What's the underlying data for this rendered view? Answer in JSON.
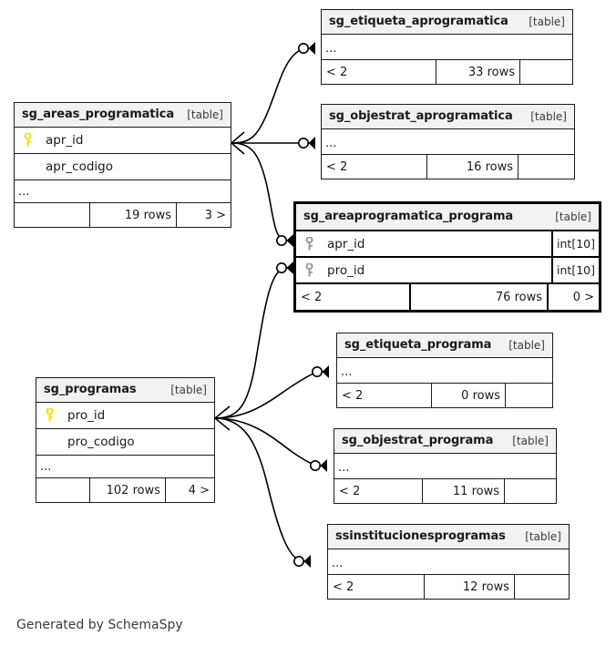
{
  "caption": "Generated by SchemaSpy",
  "labels": {
    "table_tag": "[table]",
    "ellipsis": "...",
    "parent_prefix": "< 2",
    "rows_suffix": "rows"
  },
  "colors": {
    "pk_key_parent": "#e8e800",
    "pk_key_focus": "#9a9a9a",
    "header_bg": "#f2f2f2",
    "border": "#1a1a1a",
    "focus_border": "#000000",
    "page_bg": "#ffffff"
  },
  "tables": [
    {
      "id": "sg_areas_programatica",
      "name": "sg_areas_programatica",
      "type": "[table]",
      "focus": false,
      "columns": [
        {
          "name": "apr_id",
          "pk": true,
          "type": ""
        },
        {
          "name": "apr_codigo",
          "pk": false,
          "type": ""
        }
      ],
      "ellipsis": "...",
      "footer": {
        "parents": "",
        "rows": "19 rows",
        "children": "3 >"
      }
    },
    {
      "id": "sg_etiqueta_aprogramatica",
      "name": "sg_etiqueta_aprogramatica",
      "type": "[table]",
      "focus": false,
      "columns": [],
      "ellipsis": "...",
      "footer": {
        "parents": "< 2",
        "rows": "33 rows",
        "children": ""
      }
    },
    {
      "id": "sg_objestrat_aprogramatica",
      "name": "sg_objestrat_aprogramatica",
      "type": "[table]",
      "focus": false,
      "columns": [],
      "ellipsis": "...",
      "footer": {
        "parents": "< 2",
        "rows": "16 rows",
        "children": ""
      }
    },
    {
      "id": "sg_areaprogramatica_programa",
      "name": "sg_areaprogramatica_programa",
      "type": "[table]",
      "focus": true,
      "columns": [
        {
          "name": "apr_id",
          "pk": true,
          "type": "int[10]"
        },
        {
          "name": "pro_id",
          "pk": true,
          "type": "int[10]"
        }
      ],
      "ellipsis": "",
      "footer": {
        "parents": "< 2",
        "rows": "76 rows",
        "children": "0 >"
      }
    },
    {
      "id": "sg_programas",
      "name": "sg_programas",
      "type": "[table]",
      "focus": false,
      "columns": [
        {
          "name": "pro_id",
          "pk": true,
          "type": ""
        },
        {
          "name": "pro_codigo",
          "pk": false,
          "type": ""
        }
      ],
      "ellipsis": "...",
      "footer": {
        "parents": "",
        "rows": "102 rows",
        "children": "4 >"
      }
    },
    {
      "id": "sg_etiqueta_programa",
      "name": "sg_etiqueta_programa",
      "type": "[table]",
      "focus": false,
      "columns": [],
      "ellipsis": "...",
      "footer": {
        "parents": "< 2",
        "rows": "0 rows",
        "children": ""
      }
    },
    {
      "id": "sg_objestrat_programa",
      "name": "sg_objestrat_programa",
      "type": "[table]",
      "focus": false,
      "columns": [],
      "ellipsis": "...",
      "footer": {
        "parents": "< 2",
        "rows": "11 rows",
        "children": ""
      }
    },
    {
      "id": "ssinstitucionesprogramas",
      "name": "ssinstitucionesprogramas",
      "type": "[table]",
      "focus": false,
      "columns": [],
      "ellipsis": "...",
      "footer": {
        "parents": "< 2",
        "rows": "12 rows",
        "children": ""
      }
    }
  ],
  "relationships": [
    {
      "from": "sg_areas_programatica",
      "to": "sg_etiqueta_aprogramatica"
    },
    {
      "from": "sg_areas_programatica",
      "to": "sg_objestrat_aprogramatica"
    },
    {
      "from": "sg_areas_programatica",
      "to": "sg_areaprogramatica_programa"
    },
    {
      "from": "sg_programas",
      "to": "sg_areaprogramatica_programa"
    },
    {
      "from": "sg_programas",
      "to": "sg_etiqueta_programa"
    },
    {
      "from": "sg_programas",
      "to": "sg_objestrat_programa"
    },
    {
      "from": "sg_programas",
      "to": "ssinstitucionesprogramas"
    }
  ]
}
